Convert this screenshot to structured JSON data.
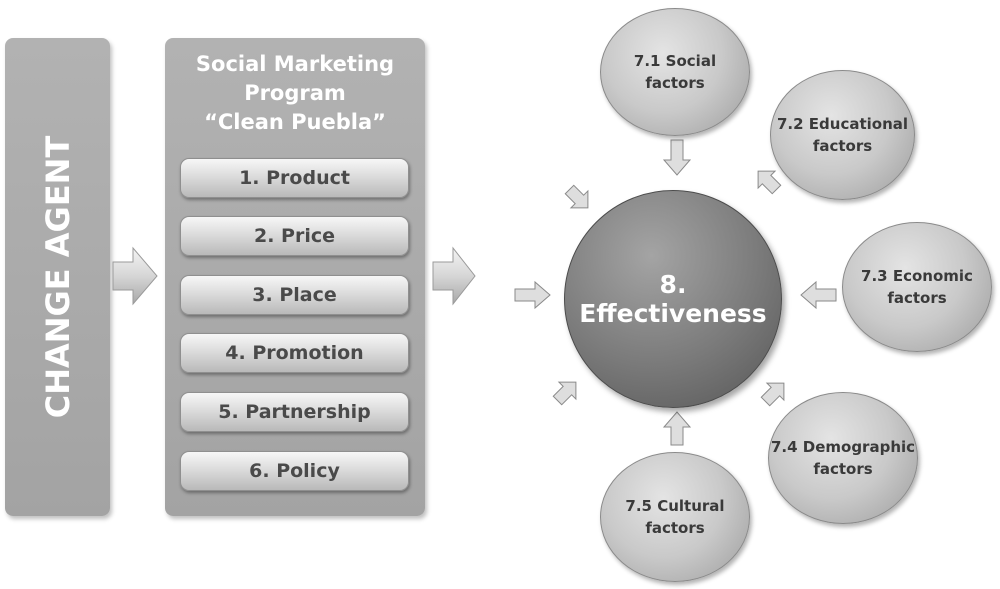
{
  "change_agent": {
    "label": "CHANGE AGENT"
  },
  "program": {
    "title_lines": [
      "Social Marketing",
      "Program",
      "“Clean Puebla”"
    ],
    "items": [
      "1. Product",
      "2. Price",
      "3. Place",
      "4. Promotion",
      "5. Partnership",
      "6. Policy"
    ]
  },
  "effectiveness": {
    "label": "8. Effectiveness"
  },
  "factors": [
    {
      "line1": "7.1 Social",
      "line2": "factors"
    },
    {
      "line1": "7.2 Educational",
      "line2": "factors"
    },
    {
      "line1": "7.3 Economic",
      "line2": "factors"
    },
    {
      "line1": "7.4 Demographic",
      "line2": "factors"
    },
    {
      "line1": "7.5 Cultural",
      "line2": "factors"
    }
  ],
  "colors": {
    "panel": "#a8a8a8",
    "item": "#dcdcdc",
    "center": "#777777",
    "factor": "#c9c9c9",
    "arrow": "#d8d8d8"
  }
}
